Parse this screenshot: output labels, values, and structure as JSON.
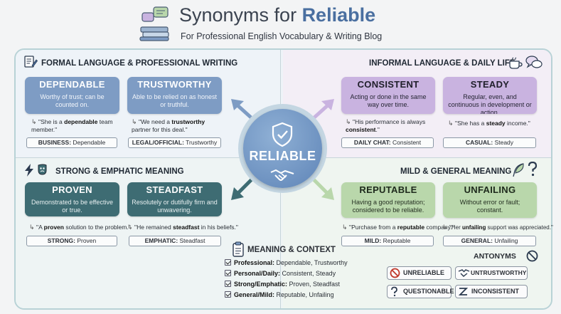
{
  "header": {
    "title_prefix": "Synonyms for ",
    "title_highlight": "Reliable",
    "subtitle": "For Professional English Vocabulary & Writing Blog"
  },
  "sections": {
    "formal": "FORMAL LANGUAGE & PROFESSIONAL WRITING",
    "informal": "INFORMAL LANGUAGE & DAILY LIFE",
    "strong": "STRONG & EMPHATIC MEANING",
    "mild": "MILD & GENERAL MEANING"
  },
  "center_word": "RELIABLE",
  "cards": {
    "dependable": {
      "title": "DEPENDABLE",
      "definition": "Worthy of trust; can be counted on.",
      "ex_pre": "\"She is a ",
      "ex_word": "dependable",
      "ex_post": " team member.\"",
      "ctx_label": "BUSINESS:",
      "ctx_value": " Dependable"
    },
    "trustworthy": {
      "title": "TRUSTWORTHY",
      "definition": "Able to be relied on as honest or truthful.",
      "ex_pre": "\"We need a ",
      "ex_word": "trustworthy",
      "ex_post": " partner for this deal.\"",
      "ctx_label": "LEGAL/OFFICIAL:",
      "ctx_value": " Trustworthy"
    },
    "consistent": {
      "title": "CONSISTENT",
      "definition": "Acting or done in the same way over time.",
      "ex_pre": "\"His performance is always ",
      "ex_word": "consistent",
      "ex_post": ".\"",
      "ctx_label": "DAILY CHAT:",
      "ctx_value": " Consistent"
    },
    "steady": {
      "title": "STEADY",
      "definition": "Regular, even, and continuous in development or action.",
      "ex_pre": "\"She has a ",
      "ex_word": "steady",
      "ex_post": " income.\"",
      "ctx_label": "CASUAL:",
      "ctx_value": " Steady"
    },
    "proven": {
      "title": "PROVEN",
      "definition": "Demonstrated to be effective or true.",
      "ex_pre": "\"A ",
      "ex_word": "proven",
      "ex_post": " solution to the problem.\"",
      "ctx_label": "STRONG:",
      "ctx_value": " Proven"
    },
    "steadfast": {
      "title": "STEADFAST",
      "definition": "Resolutely or dutifully firm and unwavering.",
      "ex_pre": "\"He remained ",
      "ex_word": "steadfast",
      "ex_post": " in his beliefs.\"",
      "ctx_label": "EMPHATIC:",
      "ctx_value": " Steadfast"
    },
    "reputable": {
      "title": "REPUTABLE",
      "definition": "Having a good reputation; considered to be reliable.",
      "ex_pre": "\"Purchase from a ",
      "ex_word": "reputable",
      "ex_post": " company.\"",
      "ctx_label": "MILD:",
      "ctx_value": " Reputable"
    },
    "unfailing": {
      "title": "UNFAILING",
      "definition": "Without error or fault; constant.",
      "ex_pre": "\"Her ",
      "ex_word": "unfailing",
      "ex_post": " support was appreciated.\"",
      "ctx_label": "GENERAL:",
      "ctx_value": " Unfailing"
    }
  },
  "meaning_context": {
    "title": "MEANING & CONTEXT",
    "rows": [
      {
        "label": "Professional:",
        "value": " Dependable, Trustworthy"
      },
      {
        "label": "Personal/Daily:",
        "value": " Consistent, Steady"
      },
      {
        "label": "Strong/Emphatic:",
        "value": " Proven, Steadfast"
      },
      {
        "label": "General/Mild:",
        "value": " Reputable, Unfailing"
      }
    ]
  },
  "antonyms": {
    "title": "ANTONYMS",
    "items": [
      "UNRELIABLE",
      "UNTRUSTWORTHY",
      "QUESTIONABLE",
      "INCONSISTENT"
    ]
  },
  "colors": {
    "formal_card": "#7e9cc4",
    "informal_card": "#c9b3e0",
    "strong_card": "#3e6c73",
    "mild_card": "#b9d7ab",
    "title_accent": "#4a6fa0"
  },
  "icons": [
    "books-speech-icon",
    "document-pen-icon",
    "coffee-cup-icon",
    "chat-bubbles-icon",
    "lightning-icon",
    "theater-masks-icon",
    "feather-icon",
    "question-mark-icon",
    "shield-check-icon",
    "handshake-icon",
    "clipboard-icon",
    "no-symbol-icon"
  ]
}
